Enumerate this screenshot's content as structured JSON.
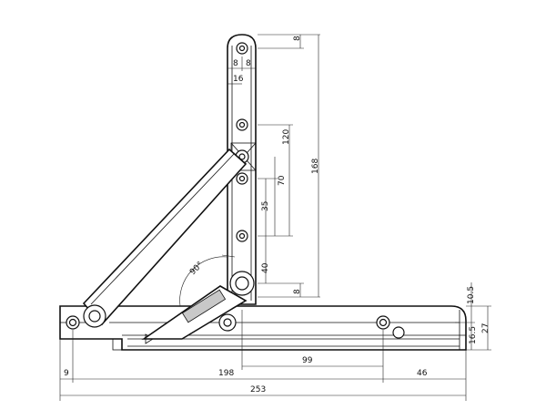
{
  "figure": {
    "angle_label": "90°",
    "vertical_dims": {
      "top_offset": "8",
      "hole_spacing_a": "8",
      "hole_spacing_b": "8",
      "arm_offset": "16",
      "span_120": "120",
      "span_168": "168",
      "span_70": "70",
      "span_35": "35",
      "span_40": "40",
      "bottom_offset": "8"
    },
    "right_dims": {
      "d_10_5": "10.5",
      "d_16_5": "16.5",
      "d_27": "27"
    },
    "horizontal_dims": {
      "d_99": "99",
      "d_9": "9",
      "d_198": "198",
      "d_46": "46",
      "d_253": "253"
    }
  }
}
